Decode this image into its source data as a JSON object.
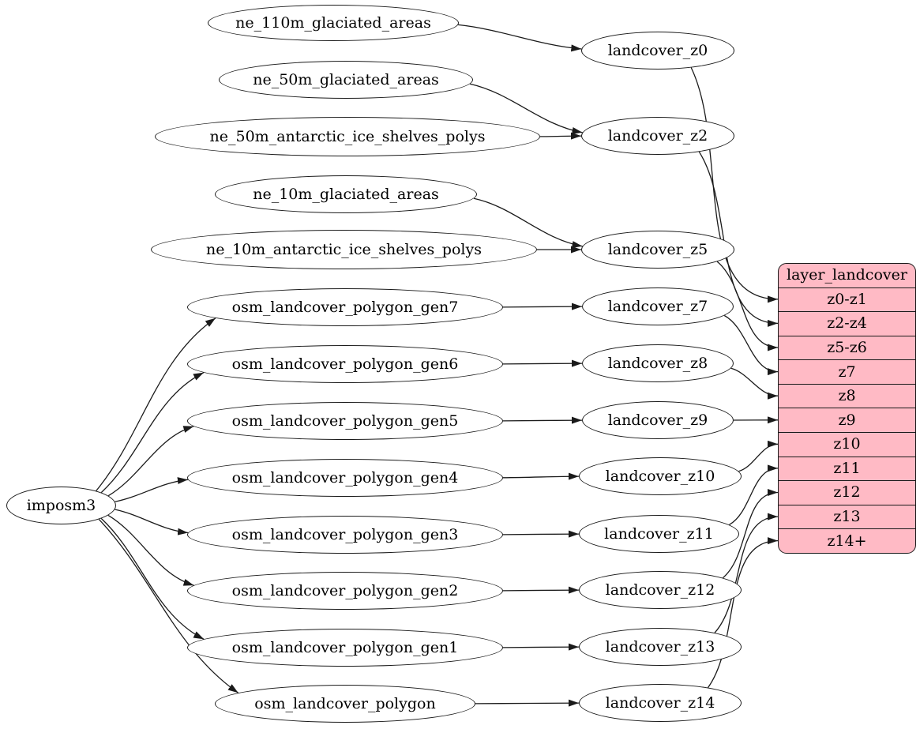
{
  "diagram": {
    "colors": {
      "record_fill": "#ffbac5",
      "node_fill": "#ffffff",
      "stroke": "#1a1a1a",
      "background": "#ffffff"
    },
    "nodes": {
      "ne_110m_glaciated_areas": {
        "label": "ne_110m_glaciated_areas"
      },
      "ne_50m_glaciated_areas": {
        "label": "ne_50m_glaciated_areas"
      },
      "ne_50m_antarctic_ice_shelves_polys": {
        "label": "ne_50m_antarctic_ice_shelves_polys"
      },
      "ne_10m_glaciated_areas": {
        "label": "ne_10m_glaciated_areas"
      },
      "ne_10m_antarctic_ice_shelves_polys": {
        "label": "ne_10m_antarctic_ice_shelves_polys"
      },
      "imposm3": {
        "label": "imposm3"
      },
      "osm_landcover_polygon_gen7": {
        "label": "osm_landcover_polygon_gen7"
      },
      "osm_landcover_polygon_gen6": {
        "label": "osm_landcover_polygon_gen6"
      },
      "osm_landcover_polygon_gen5": {
        "label": "osm_landcover_polygon_gen5"
      },
      "osm_landcover_polygon_gen4": {
        "label": "osm_landcover_polygon_gen4"
      },
      "osm_landcover_polygon_gen3": {
        "label": "osm_landcover_polygon_gen3"
      },
      "osm_landcover_polygon_gen2": {
        "label": "osm_landcover_polygon_gen2"
      },
      "osm_landcover_polygon_gen1": {
        "label": "osm_landcover_polygon_gen1"
      },
      "osm_landcover_polygon": {
        "label": "osm_landcover_polygon"
      },
      "landcover_z0": {
        "label": "landcover_z0"
      },
      "landcover_z2": {
        "label": "landcover_z2"
      },
      "landcover_z5": {
        "label": "landcover_z5"
      },
      "landcover_z7": {
        "label": "landcover_z7"
      },
      "landcover_z8": {
        "label": "landcover_z8"
      },
      "landcover_z9": {
        "label": "landcover_z9"
      },
      "landcover_z10": {
        "label": "landcover_z10"
      },
      "landcover_z11": {
        "label": "landcover_z11"
      },
      "landcover_z12": {
        "label": "landcover_z12"
      },
      "landcover_z13": {
        "label": "landcover_z13"
      },
      "landcover_z14": {
        "label": "landcover_z14"
      }
    },
    "record": {
      "title": "layer_landcover",
      "rows": [
        "z0-z1",
        "z2-z4",
        "z5-z6",
        "z7",
        "z8",
        "z9",
        "z10",
        "z11",
        "z12",
        "z13",
        "z14+"
      ]
    },
    "edges": [
      {
        "from": "ne_110m_glaciated_areas",
        "to": "landcover_z0"
      },
      {
        "from": "ne_50m_glaciated_areas",
        "to": "landcover_z2"
      },
      {
        "from": "ne_50m_antarctic_ice_shelves_polys",
        "to": "landcover_z2"
      },
      {
        "from": "ne_10m_glaciated_areas",
        "to": "landcover_z5"
      },
      {
        "from": "ne_10m_antarctic_ice_shelves_polys",
        "to": "landcover_z5"
      },
      {
        "from": "imposm3",
        "to": "osm_landcover_polygon_gen7"
      },
      {
        "from": "imposm3",
        "to": "osm_landcover_polygon_gen6"
      },
      {
        "from": "imposm3",
        "to": "osm_landcover_polygon_gen5"
      },
      {
        "from": "imposm3",
        "to": "osm_landcover_polygon_gen4"
      },
      {
        "from": "imposm3",
        "to": "osm_landcover_polygon_gen3"
      },
      {
        "from": "imposm3",
        "to": "osm_landcover_polygon_gen2"
      },
      {
        "from": "imposm3",
        "to": "osm_landcover_polygon_gen1"
      },
      {
        "from": "imposm3",
        "to": "osm_landcover_polygon"
      },
      {
        "from": "osm_landcover_polygon_gen7",
        "to": "landcover_z7"
      },
      {
        "from": "osm_landcover_polygon_gen6",
        "to": "landcover_z8"
      },
      {
        "from": "osm_landcover_polygon_gen5",
        "to": "landcover_z9"
      },
      {
        "from": "osm_landcover_polygon_gen4",
        "to": "landcover_z10"
      },
      {
        "from": "osm_landcover_polygon_gen3",
        "to": "landcover_z11"
      },
      {
        "from": "osm_landcover_polygon_gen2",
        "to": "landcover_z12"
      },
      {
        "from": "osm_landcover_polygon_gen1",
        "to": "landcover_z13"
      },
      {
        "from": "osm_landcover_polygon",
        "to": "landcover_z14"
      },
      {
        "from": "landcover_z0",
        "to": "layer_landcover:z0-z1"
      },
      {
        "from": "landcover_z2",
        "to": "layer_landcover:z2-z4"
      },
      {
        "from": "landcover_z5",
        "to": "layer_landcover:z5-z6"
      },
      {
        "from": "landcover_z7",
        "to": "layer_landcover:z7"
      },
      {
        "from": "landcover_z8",
        "to": "layer_landcover:z8"
      },
      {
        "from": "landcover_z9",
        "to": "layer_landcover:z9"
      },
      {
        "from": "landcover_z10",
        "to": "layer_landcover:z10"
      },
      {
        "from": "landcover_z11",
        "to": "layer_landcover:z11"
      },
      {
        "from": "landcover_z12",
        "to": "layer_landcover:z12"
      },
      {
        "from": "landcover_z13",
        "to": "layer_landcover:z13"
      },
      {
        "from": "landcover_z14",
        "to": "layer_landcover:z14+"
      }
    ]
  }
}
